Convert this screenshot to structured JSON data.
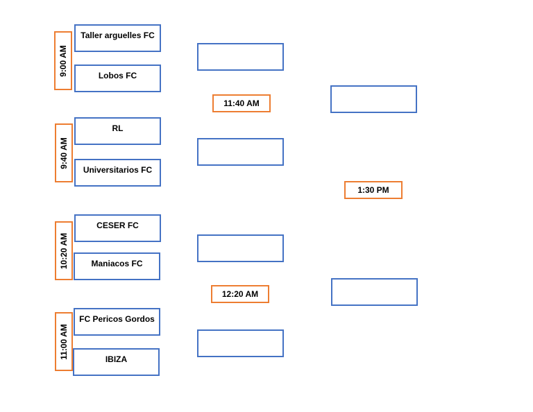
{
  "colors": {
    "team_border": "#4472c4",
    "time_border": "#ed7d31"
  },
  "round1": {
    "matches": [
      {
        "time": "9:00 AM",
        "teams": [
          "Taller arguelles FC",
          "Lobos FC"
        ]
      },
      {
        "time": "9:40 AM",
        "teams": [
          "RL",
          "Universitarios FC"
        ]
      },
      {
        "time": "10:20 AM",
        "teams": [
          "CESER FC",
          "Maniacos FC"
        ]
      },
      {
        "time": "11:00 AM",
        "teams": [
          "FC Pericos Gordos",
          "IBIZA"
        ]
      }
    ]
  },
  "round2": {
    "times": [
      "11:40 AM",
      "12:20 AM"
    ]
  },
  "final": {
    "time": "1:30 PM"
  }
}
